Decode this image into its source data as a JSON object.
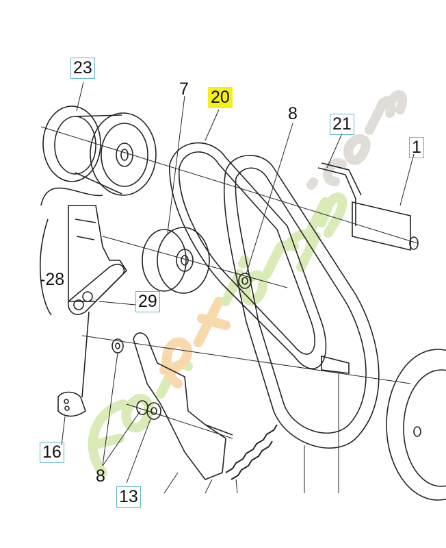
{
  "diagram": {
    "callouts": [
      {
        "id": "23",
        "boxed": true
      },
      {
        "id": "7",
        "boxed": false
      },
      {
        "id": "20",
        "boxed": false,
        "highlighted": true
      },
      {
        "id": "8",
        "boxed": false
      },
      {
        "id": "21",
        "boxed": true
      },
      {
        "id": "1",
        "boxed": true
      },
      {
        "id": "-28",
        "boxed": false
      },
      {
        "id": "29",
        "boxed": true
      },
      {
        "id": "16",
        "boxed": true
      },
      {
        "id": "8",
        "boxed": false
      },
      {
        "id": "13",
        "boxed": true
      }
    ],
    "highlight_color": "#f4f01a",
    "box_color": "#5bb7c3"
  },
  "watermark": {
    "text": "Forêtjardin.com",
    "colors": [
      "#c9e39a",
      "#f5c98a",
      "#d4cfc8"
    ]
  }
}
